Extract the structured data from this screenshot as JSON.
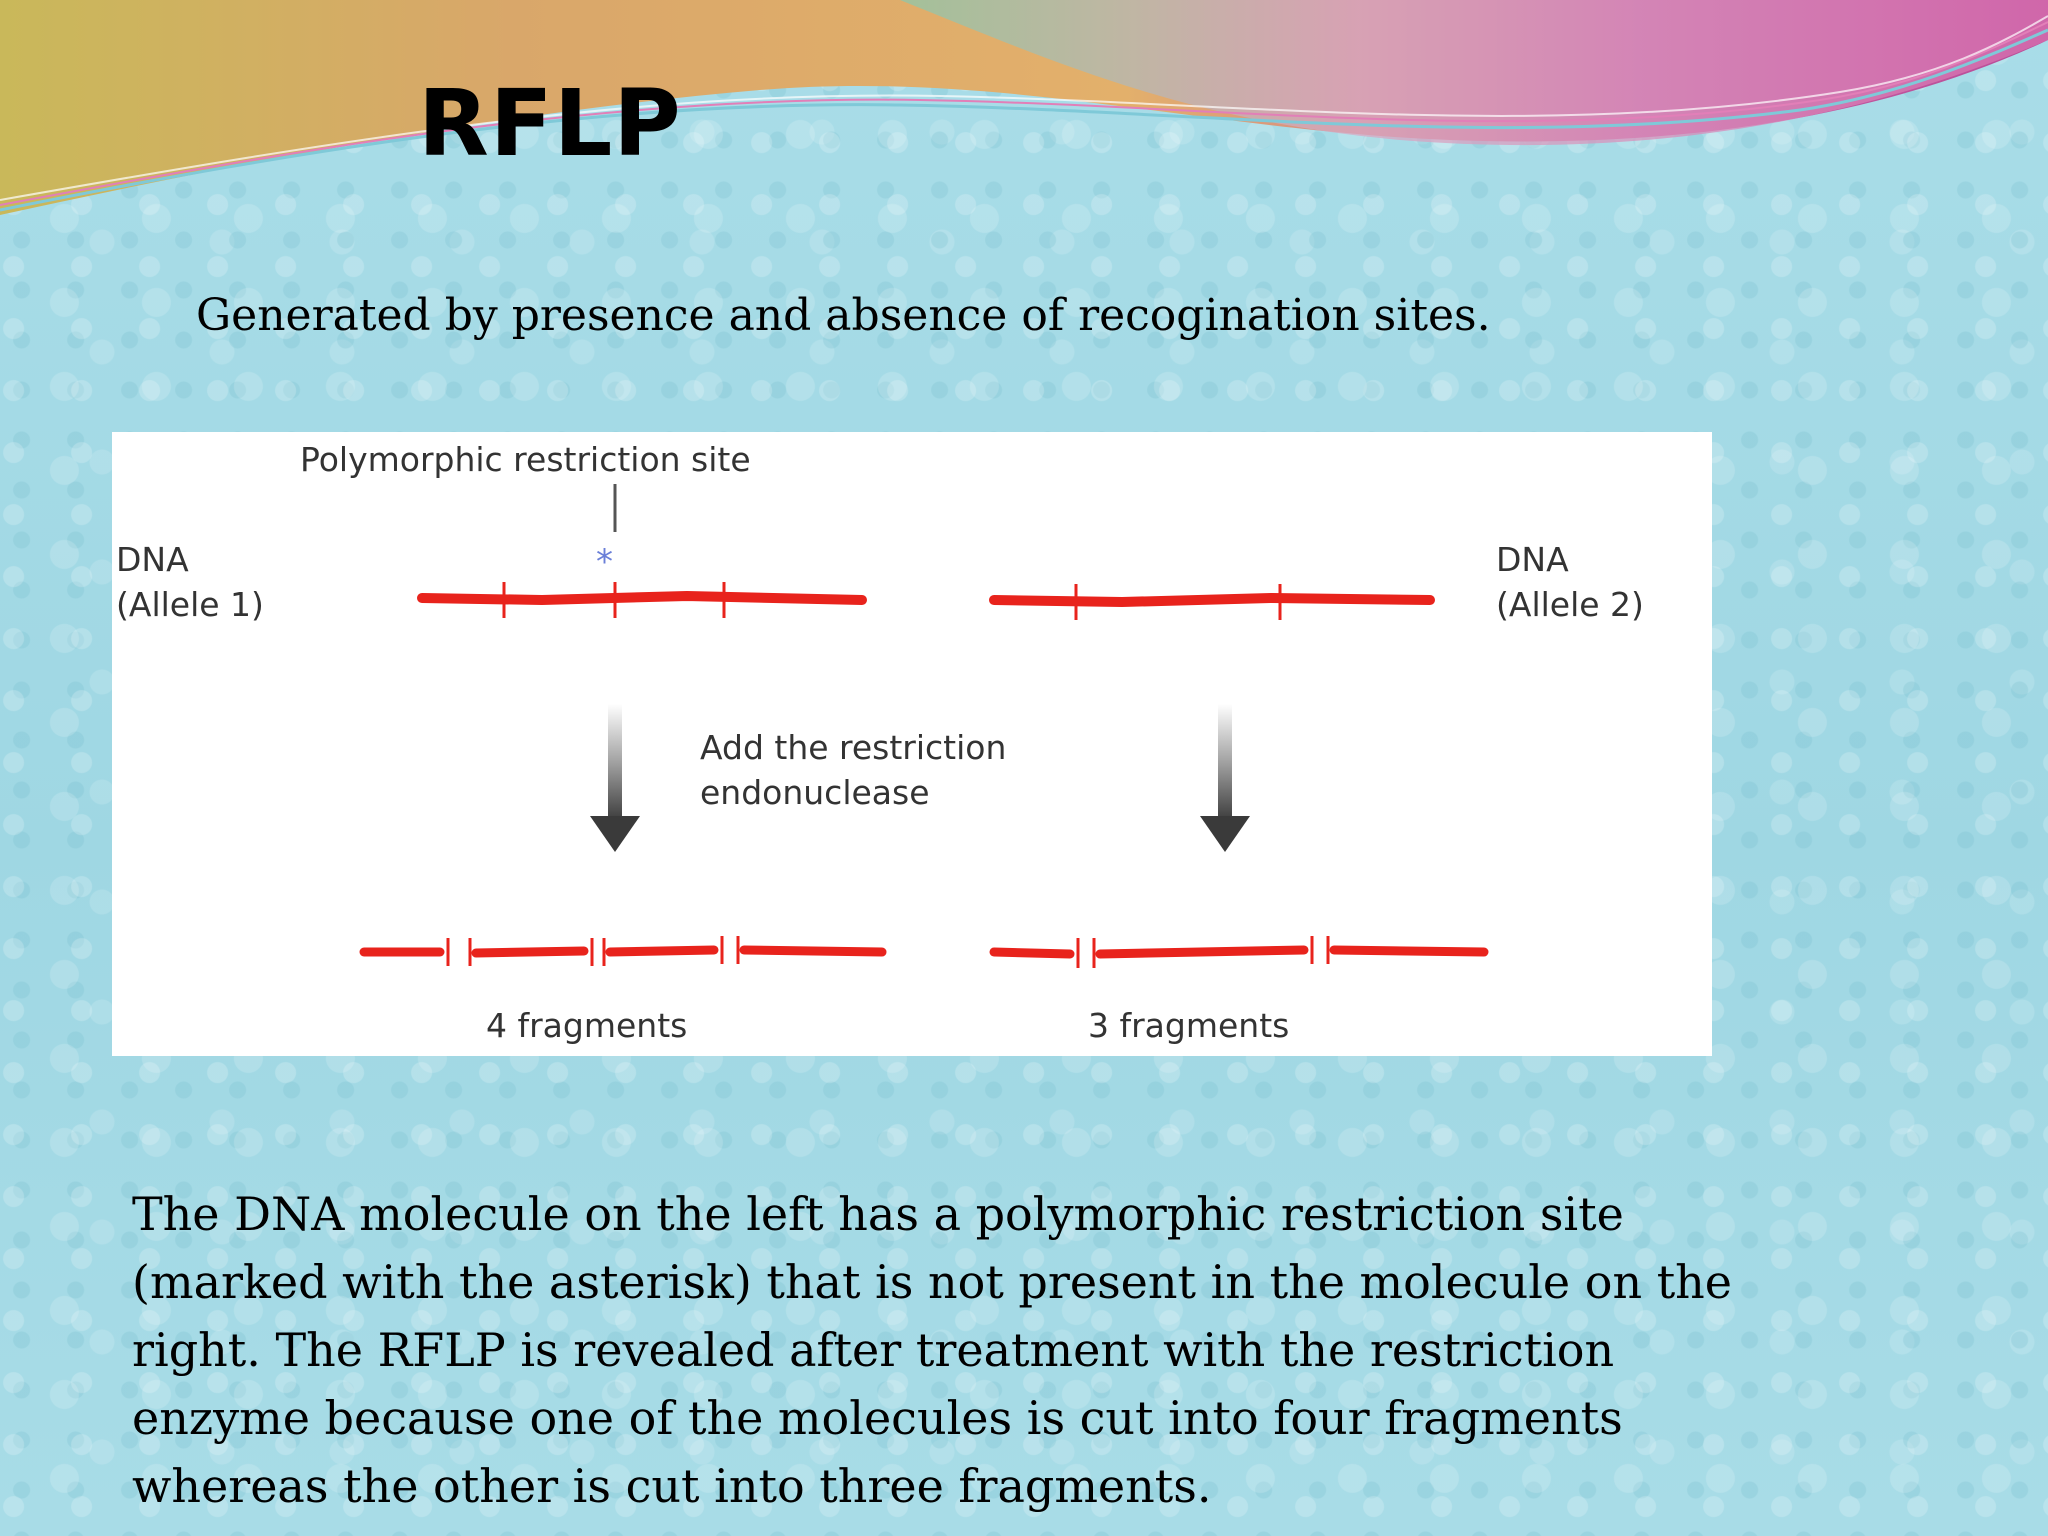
{
  "title": "RFLP",
  "subtitle": "Generated by presence and absence of recogination sites.",
  "figure": {
    "polymorphic_label": "Polymorphic restriction site",
    "asterisk": "*",
    "allele1_label": "DNA\n(Allele 1)",
    "allele2_label": "DNA\n(Allele 2)",
    "enzyme_label": "Add the restriction\nendonuclease",
    "fragments_left": "4 fragments",
    "fragments_right": "3 fragments",
    "dna_color": "#e8231c",
    "arrow_color": "#3a3a3a"
  },
  "caption": "The DNA molecule on the left has a polymorphic restriction site (marked with the asterisk) that is not present in the molecule on the right. The RFLP is revealed after treatment with the restriction enzyme because one of the molecules is cut into four fragments whereas the other is cut into three fragments.",
  "colors": {
    "background": "#a9dde8",
    "banner_pink": "#d36fa8",
    "banner_orange": "#e7b36a"
  }
}
